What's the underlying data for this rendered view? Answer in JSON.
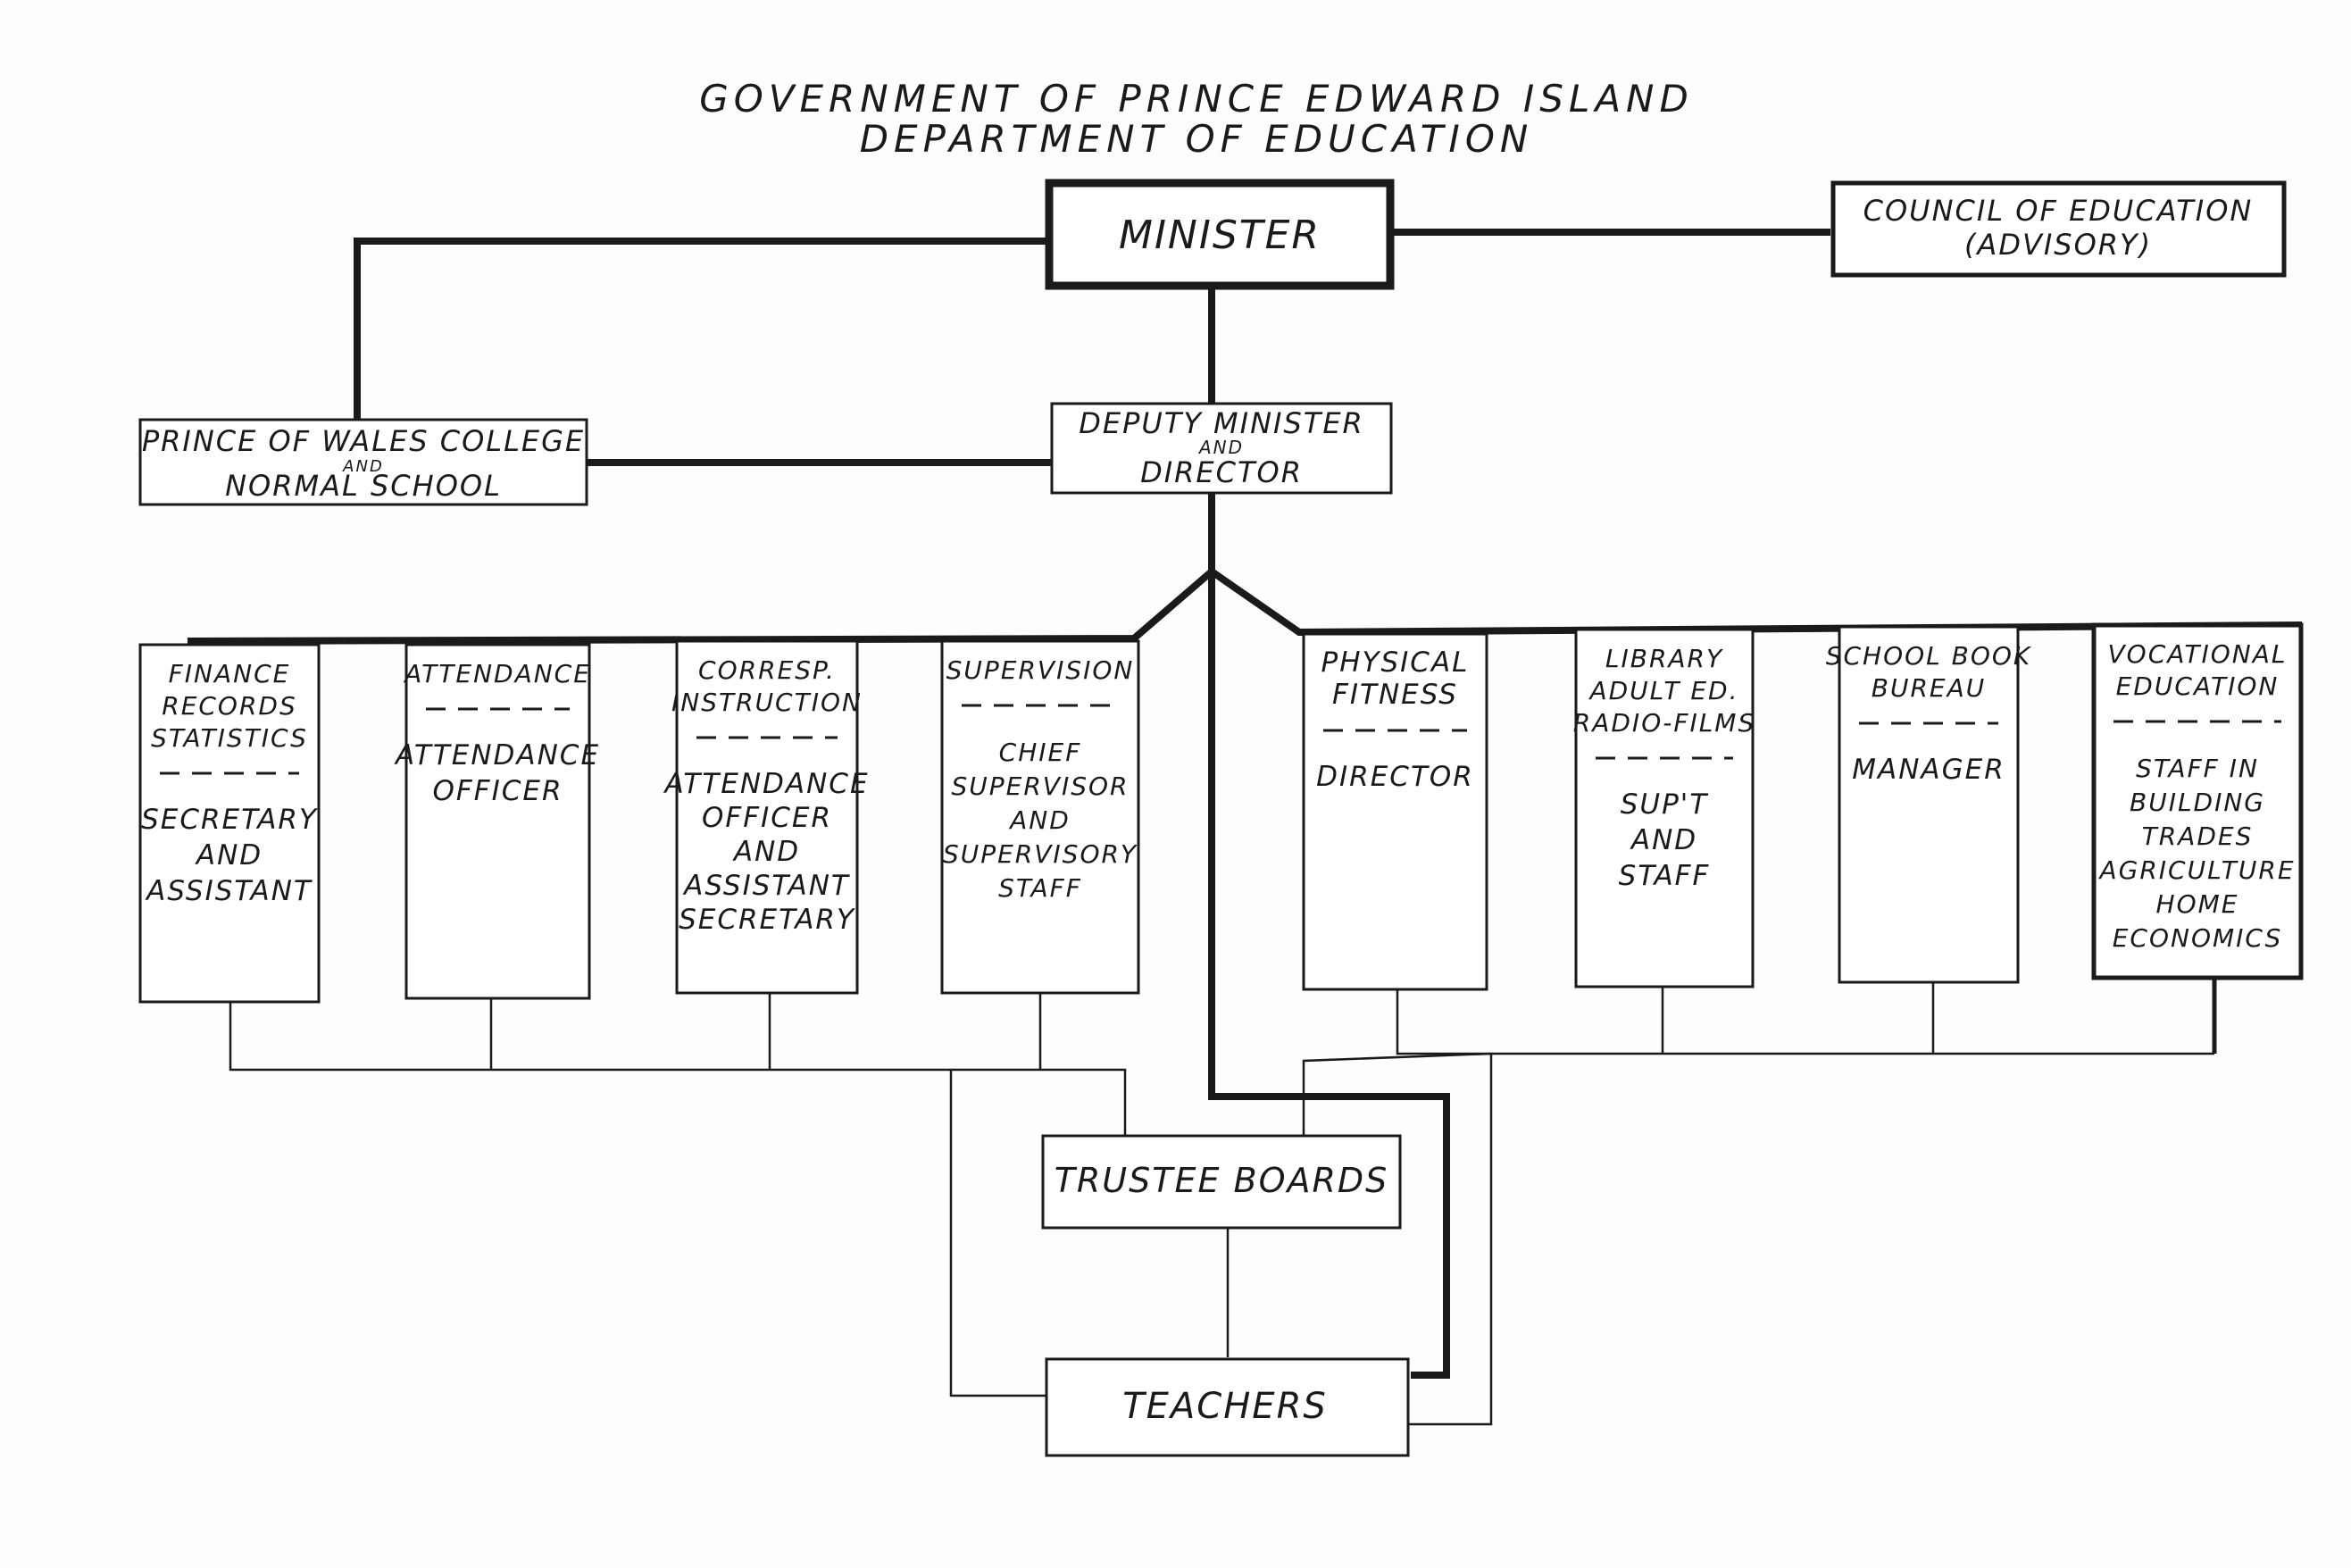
{
  "title": {
    "line1": "GOVERNMENT OF PRINCE EDWARD ISLAND",
    "line2": "DEPARTMENT OF EDUCATION"
  },
  "top": {
    "minister": "MINISTER",
    "council": [
      "COUNCIL OF EDUCATION",
      "(ADVISORY)"
    ],
    "college": [
      "PRINCE OF WALES COLLEGE",
      "AND",
      "NORMAL SCHOOL"
    ],
    "deputy": [
      "DEPUTY MINISTER",
      "AND",
      "DIRECTOR"
    ]
  },
  "divisions": [
    {
      "head": [
        "FINANCE",
        "RECORDS",
        "STATISTICS"
      ],
      "staff": [
        "SECRETARY",
        "AND",
        "ASSISTANT"
      ]
    },
    {
      "head": [
        "ATTENDANCE"
      ],
      "staff": [
        "ATTENDANCE",
        "OFFICER"
      ]
    },
    {
      "head": [
        "CORRESP.",
        "INSTRUCTION"
      ],
      "staff": [
        "ATTENDANCE",
        "OFFICER",
        "AND",
        "ASSISTANT",
        "SECRETARY"
      ]
    },
    {
      "head": [
        "SUPERVISION"
      ],
      "staff": [
        "CHIEF",
        "SUPERVISOR",
        "AND",
        "SUPERVISORY",
        "STAFF"
      ]
    },
    {
      "head": [
        "PHYSICAL",
        "FITNESS"
      ],
      "staff": [
        "DIRECTOR"
      ]
    },
    {
      "head": [
        "LIBRARY",
        "ADULT ED.",
        "RADIO-FILMS"
      ],
      "staff": [
        "SUP'T",
        "AND",
        "STAFF"
      ]
    },
    {
      "head": [
        "SCHOOL BOOK",
        "BUREAU"
      ],
      "staff": [
        "MANAGER"
      ]
    },
    {
      "head": [
        "VOCATIONAL",
        "EDUCATION"
      ],
      "staff": [
        "STAFF IN",
        "BUILDING",
        "TRADES",
        "AGRICULTURE",
        "HOME",
        "ECONOMICS"
      ]
    }
  ],
  "bottom": {
    "trustees": "TRUSTEE BOARDS",
    "teachers": "TEACHERS"
  }
}
